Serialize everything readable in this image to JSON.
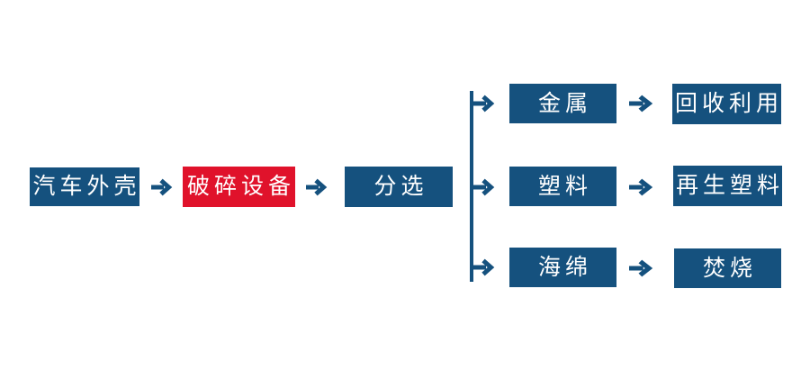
{
  "diagram": {
    "type": "flowchart",
    "background": "#ffffff",
    "colors": {
      "node_blue": "#15517e",
      "node_highlight_red": "#e0122b",
      "connector_blue": "#15517e",
      "label_text": "#ffffff"
    },
    "flow": {
      "source": {
        "label": "汽车外壳"
      },
      "crusher": {
        "label": "破碎设备",
        "highlighted": true
      },
      "sorting": {
        "label": "分选"
      },
      "branches": [
        {
          "output": {
            "label": "金属"
          },
          "result": {
            "label": "回收利用"
          }
        },
        {
          "output": {
            "label": "塑料"
          },
          "result": {
            "label": "再生塑料"
          }
        },
        {
          "output": {
            "label": "海绵"
          },
          "result": {
            "label": "焚烧"
          }
        }
      ]
    }
  }
}
